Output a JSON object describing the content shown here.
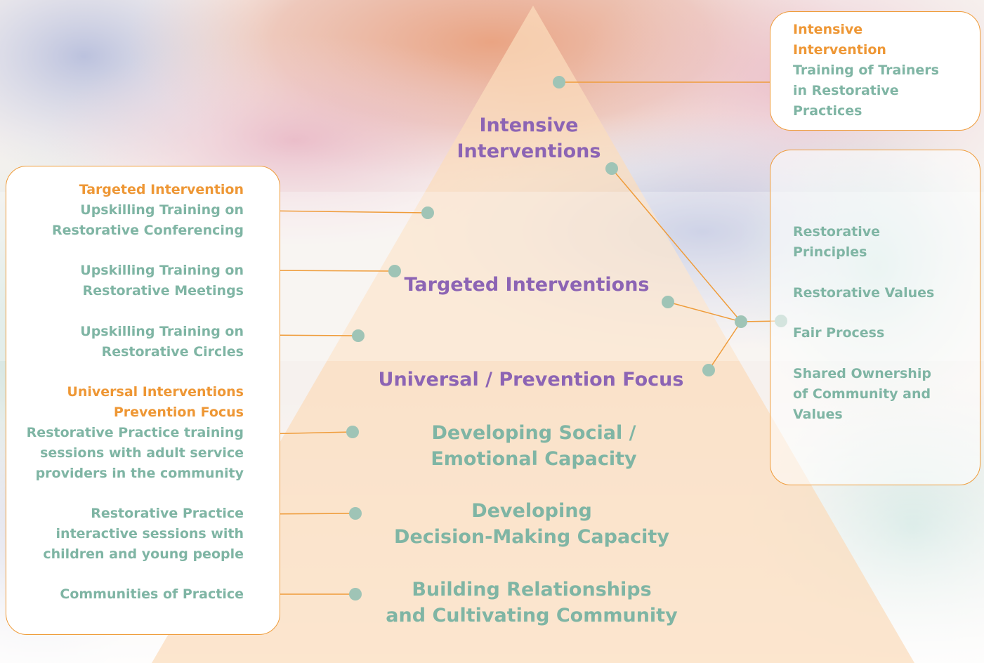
{
  "colors": {
    "pyramid": "#fbdcbd",
    "orange_accent": "#ee9735",
    "teal_text": "#7fb5a4",
    "purple_text": "#8c64b4",
    "connector_line": "#ef9c3a",
    "node": "#9fc4b6"
  },
  "pyramid": {
    "top_tier": [
      "Intensive",
      "Interventions"
    ],
    "middle_tier": "Targeted Interventions",
    "bottom_tier": {
      "heading": "Universal / Prevention Focus",
      "items": [
        [
          "Developing Social /",
          "Emotional Capacity"
        ],
        [
          "Developing",
          "Decision-Making Capacity"
        ],
        [
          "Building Relationships",
          "and Cultivating Community"
        ]
      ]
    }
  },
  "intensive_box": {
    "heading": [
      "Intensive",
      "Intervention"
    ],
    "body": [
      "Training of Trainers",
      "in Restorative",
      "Practices"
    ]
  },
  "principles_box": {
    "items": [
      [
        "Restorative",
        "Principles"
      ],
      [
        "Restorative Values"
      ],
      [
        "Fair Process"
      ],
      [
        "Shared Ownership",
        "of Community and",
        "Values"
      ]
    ]
  },
  "left_box": {
    "targeted_heading": "Targeted Intervention",
    "targeted_items": [
      [
        "Upskilling Training on",
        "Restorative Conferencing"
      ],
      [
        "Upskilling Training on",
        "Restorative Meetings"
      ],
      [
        "Upskilling Training on",
        "Restorative Circles"
      ]
    ],
    "universal_heading": [
      "Universal Interventions",
      "Prevention Focus"
    ],
    "universal_items": [
      [
        "Restorative Practice training",
        "sessions with adult service",
        "providers in the community"
      ],
      [
        "Restorative Practice",
        "interactive sessions with",
        "children and young people"
      ],
      [
        "Communities of Practice"
      ]
    ]
  }
}
